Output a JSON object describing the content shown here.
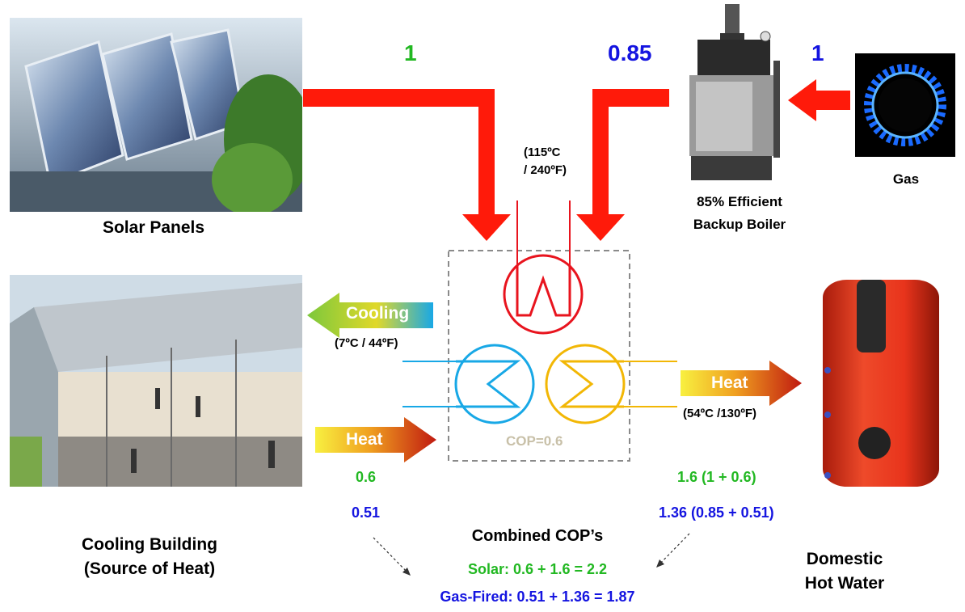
{
  "flows": {
    "solar_input": "1",
    "boiler_output": "0.85",
    "gas_input": "1"
  },
  "labels": {
    "solar_panels": "Solar Panels",
    "gas": "Gas",
    "boiler_line1": "85% Efficient",
    "boiler_line2": "Backup Boiler",
    "drive_temp_line1": "(115ºC",
    "drive_temp_line2": "/ 240ºF)",
    "cooling": "Cooling",
    "cooling_temp": "(7ºC / 44ºF)",
    "heat_in": "Heat",
    "heat_out": "Heat",
    "heat_temp": "(54ºC /130ºF)",
    "cop": "COP=0.6",
    "building_line1": "Cooling Building",
    "building_line2": "(Source of Heat)",
    "dhw_line1": "Domestic",
    "dhw_line2": "Hot Water"
  },
  "values": {
    "cooling_solar": "0.6",
    "cooling_gas": "0.51",
    "heat_solar": "1.6 (1 + 0.6)",
    "heat_gas": "1.36 (0.85 + 0.51)"
  },
  "combined": {
    "title": "Combined COP’s",
    "solar": "Solar: 0.6 + 1.6 = 2.2",
    "gas": "Gas-Fired: 0.51 + 1.36 = 1.87"
  },
  "colors": {
    "arrow_red": "#ff1a0a",
    "generator_red": "#e8141e",
    "evaporator_blue": "#18a8e6",
    "condenser_orange": "#f2b705",
    "solar_green": "#22b822",
    "gas_blue": "#1414e0",
    "cop_gray": "#c8c0a8",
    "tank_red": "#e8341c"
  }
}
